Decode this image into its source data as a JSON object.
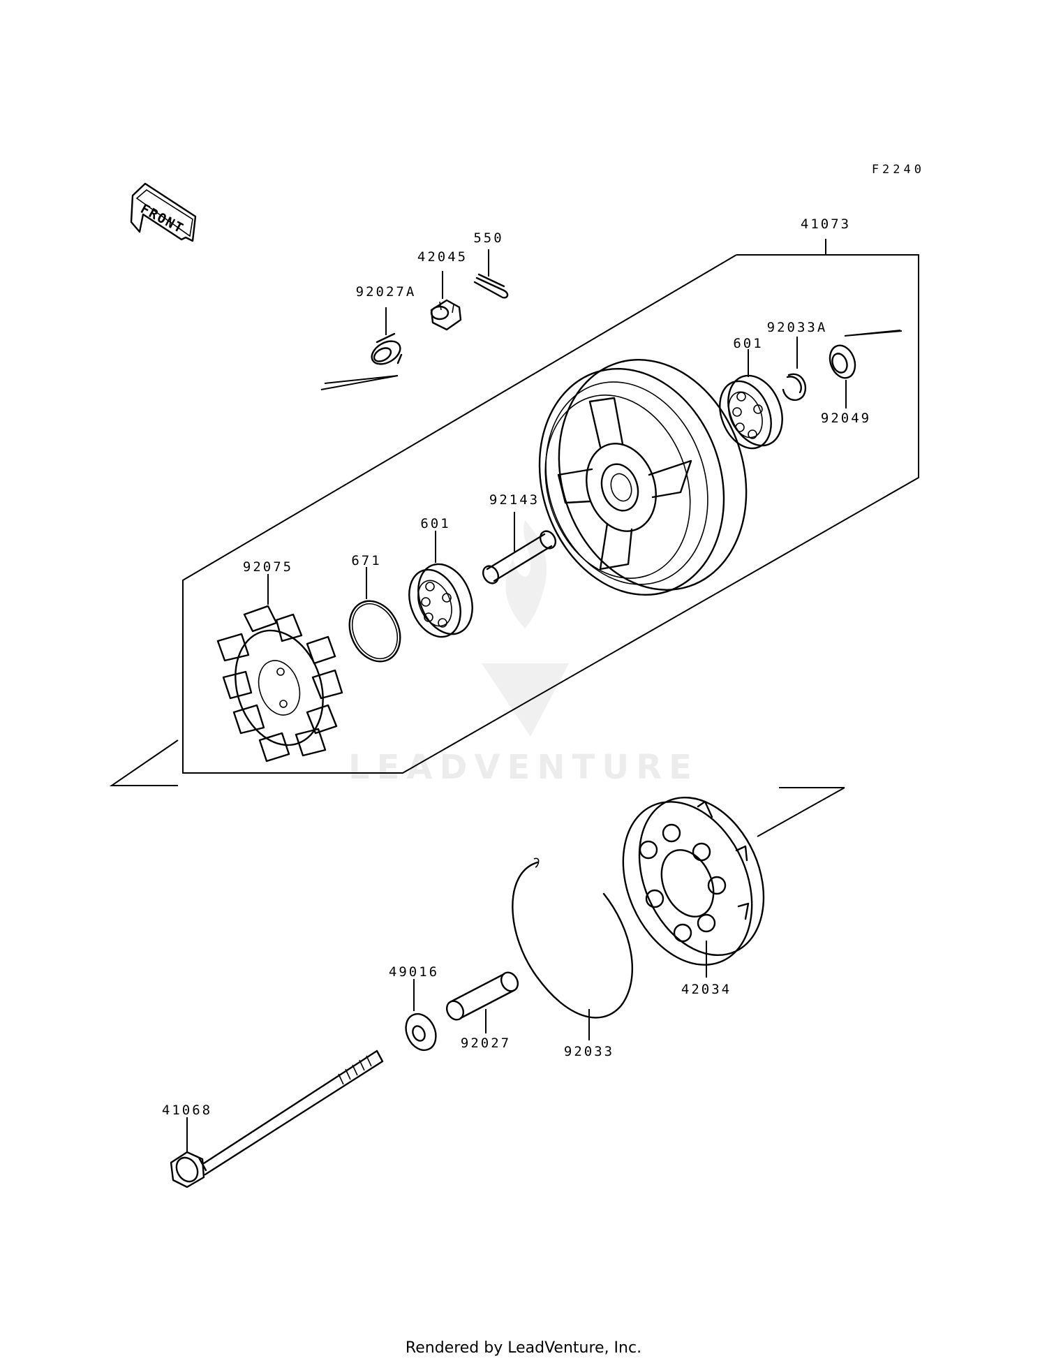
{
  "diagram": {
    "code": "F2240",
    "front_label": "FRONT",
    "watermark": "LEADVENTURE",
    "parts": {
      "p41073": "41073",
      "p92027A": "92027A",
      "p42045": "42045",
      "p550": "550",
      "p92033A": "92033A",
      "p601_top": "601",
      "p92049": "92049",
      "p92143": "92143",
      "p601_mid": "601",
      "p671": "671",
      "p92075": "92075",
      "p42034": "42034",
      "p49016": "49016",
      "p92027": "92027",
      "p92033": "92033",
      "p41068": "41068"
    }
  },
  "footer": {
    "text": "Rendered by LeadVenture, Inc."
  }
}
